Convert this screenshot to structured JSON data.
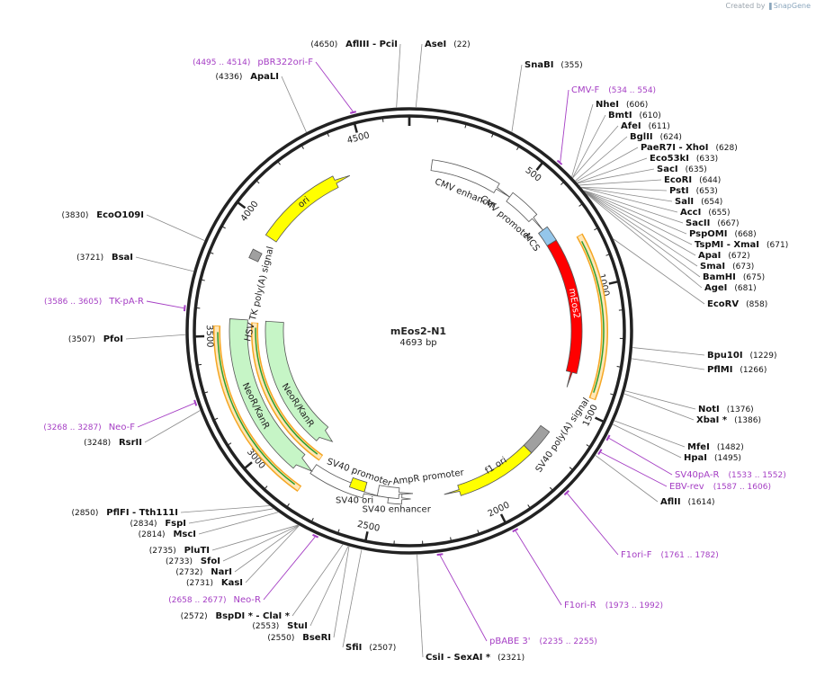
{
  "brand": {
    "created_by": "Created by",
    "app": "SnapGene"
  },
  "plasmid": {
    "name": "mEos2-N1",
    "length_label": "4693 bp"
  },
  "ruler": [
    "500",
    "1000",
    "1500",
    "2000",
    "2500",
    "3000",
    "3500",
    "4000",
    "4500"
  ],
  "sites": [
    {
      "num": "(4650)",
      "name": "AflIII  - PciI"
    },
    {
      "num": "(22)",
      "name": "AseI"
    },
    {
      "num": "(355)",
      "name": "SnaBI"
    },
    {
      "num": "(606)",
      "name": "NheI"
    },
    {
      "num": "(610)",
      "name": "BmtI"
    },
    {
      "num": "(611)",
      "name": "AfeI"
    },
    {
      "num": "(624)",
      "name": "BglII"
    },
    {
      "num": "(628)",
      "name": "PaeR7I  - XhoI"
    },
    {
      "num": "(633)",
      "name": "Eco53kI"
    },
    {
      "num": "(635)",
      "name": "SacI"
    },
    {
      "num": "(644)",
      "name": "EcoRI"
    },
    {
      "num": "(653)",
      "name": "PstI"
    },
    {
      "num": "(654)",
      "name": "SalI"
    },
    {
      "num": "(655)",
      "name": "AccI"
    },
    {
      "num": "(667)",
      "name": "SacII"
    },
    {
      "num": "(668)",
      "name": "PspOMI"
    },
    {
      "num": "(671)",
      "name": "TspMI  - XmaI"
    },
    {
      "num": "(672)",
      "name": "ApaI"
    },
    {
      "num": "(673)",
      "name": "SmaI"
    },
    {
      "num": "(675)",
      "name": "BamHI"
    },
    {
      "num": "(681)",
      "name": "AgeI"
    },
    {
      "num": "(858)",
      "name": "EcoRV"
    },
    {
      "num": "(1229)",
      "name": "Bpu10I"
    },
    {
      "num": "(1266)",
      "name": "PflMI"
    },
    {
      "num": "(1376)",
      "name": "NotI"
    },
    {
      "num": "(1386)",
      "name": "XbaI *"
    },
    {
      "num": "(1482)",
      "name": "MfeI"
    },
    {
      "num": "(1495)",
      "name": "HpaI"
    },
    {
      "num": "(1614)",
      "name": "AflII"
    },
    {
      "num": "(2321)",
      "name": "CsiI  - SexAI *"
    },
    {
      "num": "(2507)",
      "name": "SfiI"
    },
    {
      "num": "(2550)",
      "name": "BseRI"
    },
    {
      "num": "(2553)",
      "name": "StuI"
    },
    {
      "num": "(2572)",
      "name": "BspDI *  - ClaI *"
    },
    {
      "num": "(2731)",
      "name": "KasI"
    },
    {
      "num": "(2732)",
      "name": "NarI"
    },
    {
      "num": "(2733)",
      "name": "SfoI"
    },
    {
      "num": "(2735)",
      "name": "PluTI"
    },
    {
      "num": "(2814)",
      "name": "MscI"
    },
    {
      "num": "(2834)",
      "name": "FspI"
    },
    {
      "num": "(2850)",
      "name": "PflFI  - Tth111I"
    },
    {
      "num": "(3248)",
      "name": "RsrII"
    },
    {
      "num": "(3507)",
      "name": "PfoI"
    },
    {
      "num": "(3721)",
      "name": "BsaI"
    },
    {
      "num": "(3830)",
      "name": "EcoO109I"
    },
    {
      "num": "(4336)",
      "name": "ApaLI"
    }
  ],
  "primers": [
    {
      "range": "(4495 .. 4514)",
      "name": "pBR322ori-F"
    },
    {
      "range": "(534 .. 554)",
      "name": "CMV-F"
    },
    {
      "range": "(1533 .. 1552)",
      "name": "SV40pA-R"
    },
    {
      "range": "(1587 .. 1606)",
      "name": "EBV-rev"
    },
    {
      "range": "(1761 .. 1782)",
      "name": "F1ori-F"
    },
    {
      "range": "(1973 .. 1992)",
      "name": "F1ori-R"
    },
    {
      "range": "(2235 .. 2255)",
      "name": "pBABE 3'"
    },
    {
      "range": "(2658 .. 2677)",
      "name": "Neo-R"
    },
    {
      "range": "(3268 .. 3287)",
      "name": "Neo-F"
    },
    {
      "range": "(3586 .. 3605)",
      "name": "TK-pA-R"
    }
  ],
  "features": [
    {
      "name": "CMV enhancer",
      "color": "#ffffff"
    },
    {
      "name": "CMV promoter",
      "color": "#ffffff"
    },
    {
      "name": "MCS",
      "color": "#94c6ea"
    },
    {
      "name": "mEos2",
      "color": "#ff0000"
    },
    {
      "name": "SV40 poly(A) signal",
      "color": "#a0a0a0"
    },
    {
      "name": "f1 ori",
      "color": "#ffff00"
    },
    {
      "name": "AmpR promoter",
      "color": "#ffffff"
    },
    {
      "name": "SV40 promoter",
      "color": "#ffffff"
    },
    {
      "name": "SV40 enhancer",
      "color": "#ffffff"
    },
    {
      "name": "SV40 ori",
      "color": "#ffff00"
    },
    {
      "name": "NeoR/KanR",
      "color": "#c6f5c6"
    },
    {
      "name": "NeoR/KanR",
      "color": "#c6f5c6"
    },
    {
      "name": "HSV TK poly(A) signal",
      "color": "#a0a0a0"
    },
    {
      "name": "ori",
      "color": "#ffff00"
    }
  ],
  "colors": {
    "primer": "#a53ec4",
    "backbone": "#222222",
    "orf": "#f5a623",
    "orf_fill": "#ffe7b8",
    "orf_inner": "#2e9e2e"
  }
}
